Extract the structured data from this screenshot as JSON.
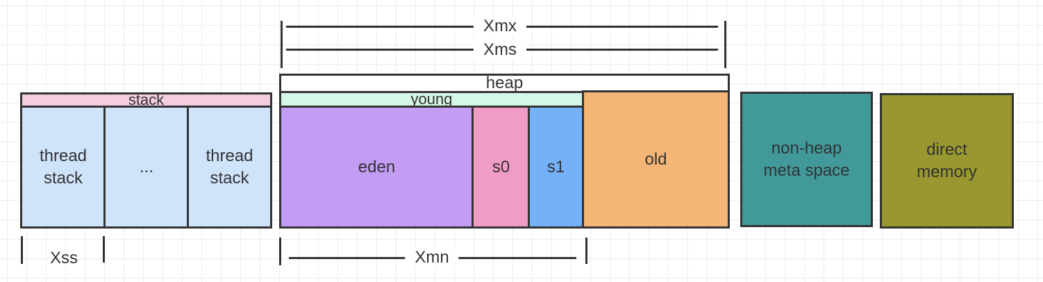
{
  "measures": {
    "xmx": "Xmx",
    "xms": "Xms",
    "xss": "Xss",
    "xmn": "Xmn"
  },
  "stack": {
    "label": "stack",
    "cells": [
      "thread\nstack",
      "...",
      "thread\nstack"
    ]
  },
  "heap": {
    "label": "heap",
    "young": {
      "label": "young",
      "eden": "eden",
      "s0": "s0",
      "s1": "s1"
    },
    "old": "old"
  },
  "non_heap": "non-heap\nmeta space",
  "direct_memory": "direct\nmemory",
  "colors": {
    "stack_bar": "#f4cde0",
    "thread_stack": "#cfe3fb",
    "young_bar": "#d4f7e6",
    "eden": "#c39cf6",
    "s0": "#f19cc6",
    "s1": "#74b1f8",
    "old": "#f4b676",
    "non_heap": "#41999a",
    "direct_memory": "#999830"
  }
}
